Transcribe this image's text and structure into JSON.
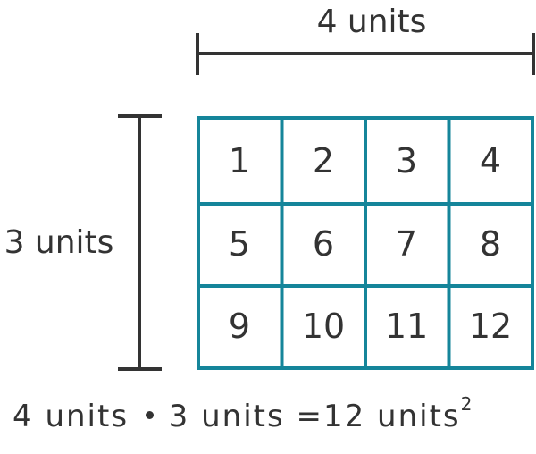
{
  "colors": {
    "grid": "#15859a",
    "text": "#333333",
    "dimension_line": "#333333",
    "background": "#ffffff"
  },
  "top_label": "4 units",
  "side_label": "3 units",
  "grid": {
    "columns": 4,
    "rows": 3,
    "cells": [
      "1",
      "2",
      "3",
      "4",
      "5",
      "6",
      "7",
      "8",
      "9",
      "10",
      "11",
      "12"
    ]
  },
  "formula": {
    "left": "4 units",
    "right": "3 units",
    "equals": "=12 units",
    "exponent": "2"
  }
}
